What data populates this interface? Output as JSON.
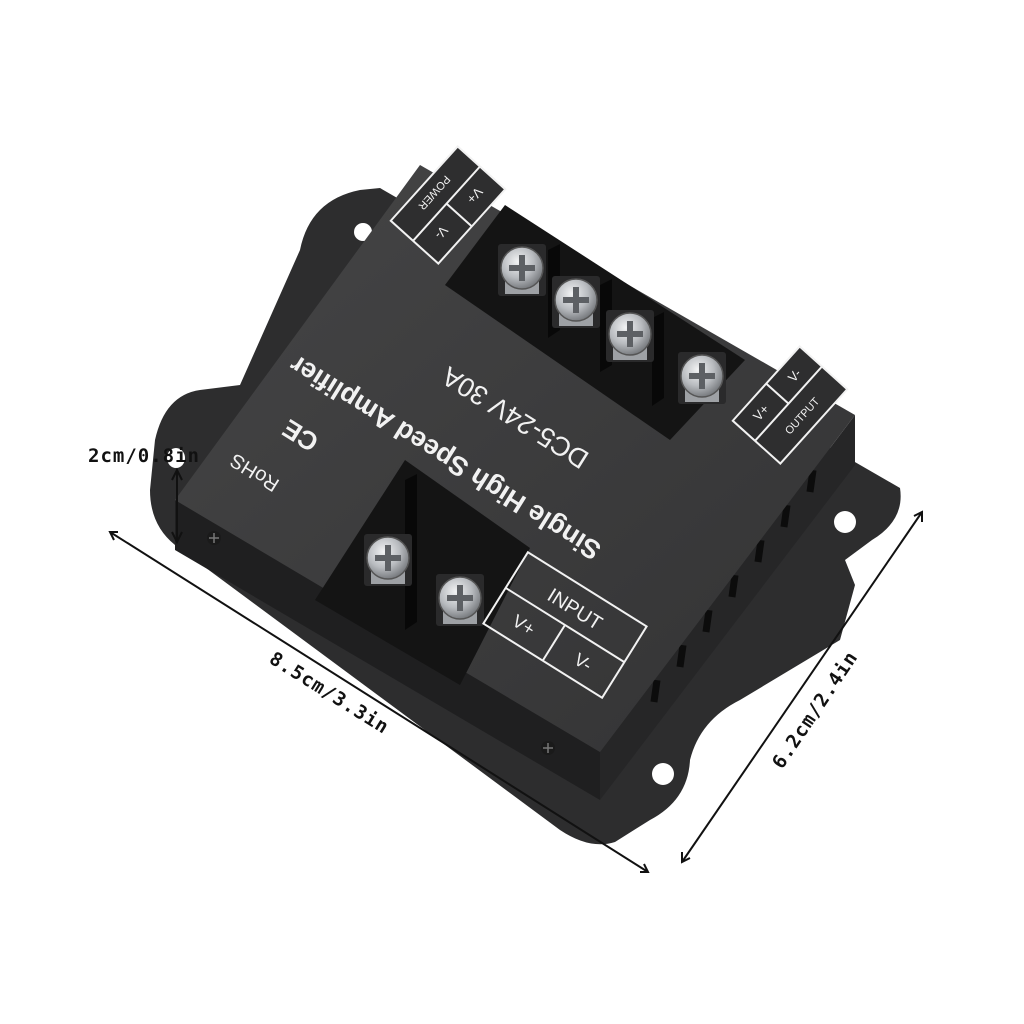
{
  "product": {
    "title": "Single High Speed Amplifier",
    "rating": "DC5-24V  30A",
    "ce_mark": "CE",
    "rohs_mark": "RoHS",
    "colors": {
      "body": "#3a3a3b",
      "body_dark": "#1e1e1f",
      "bracket": "#2c2c2d",
      "terminal_block": "#161616",
      "screw": "#c9cccf",
      "label_white": "#f2f2f2",
      "background": "#ffffff"
    }
  },
  "terminals": {
    "power": {
      "label": "POWER",
      "pos": "V+",
      "neg": "V-"
    },
    "output": {
      "label": "OUTPUT",
      "pos": "V+",
      "neg": "V-"
    },
    "input": {
      "label": "INPUT",
      "pos": "V+",
      "neg": "V-"
    }
  },
  "dimensions": {
    "height": "2cm/0.8in",
    "length": "8.5cm/3.3in",
    "width": "6.2cm/2.4in"
  }
}
